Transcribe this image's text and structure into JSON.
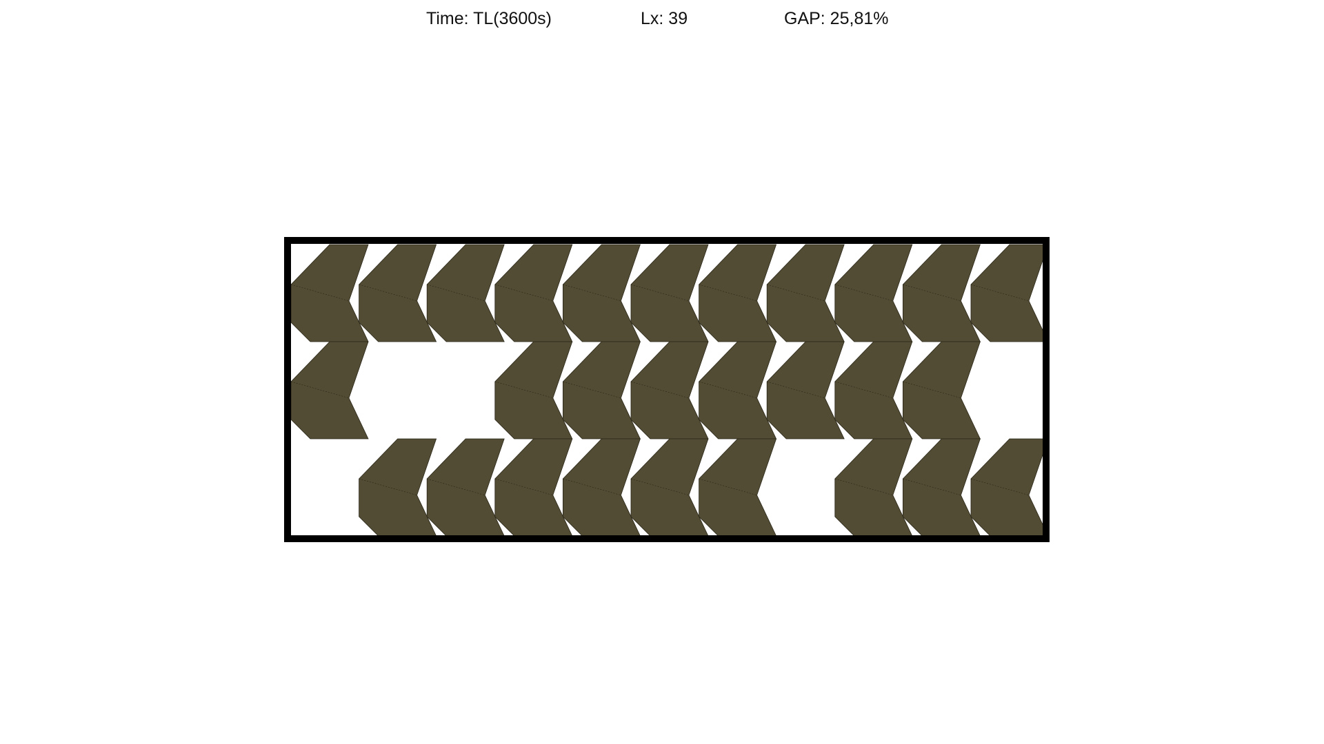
{
  "header": {
    "time": "Time: TL(3600s)",
    "lx": "Lx: 39",
    "gap": "GAP: 25,81%"
  },
  "colors": {
    "piece_fill": "#524c34",
    "piece_edge": "#2a2618",
    "container_border": "#000000",
    "background": "#ffffff"
  },
  "layout": {
    "rows": [
      {
        "pieces": [
          "arrow",
          "arrow",
          "arrow",
          "arrow",
          "arrow",
          "arrow",
          "arrow",
          "arrow",
          "arrow",
          "arrow",
          "arrow"
        ]
      },
      {
        "pieces": [
          "arrow",
          "empty",
          "empty",
          "arrow",
          "arrow",
          "arrow",
          "arrow",
          "arrow",
          "arrow",
          "arrow",
          "empty"
        ]
      },
      {
        "pieces": [
          "empty",
          "arrow",
          "arrow",
          "arrow",
          "arrow",
          "arrow",
          "arrow",
          "empty",
          "arrow",
          "arrow",
          "arrow"
        ]
      }
    ]
  }
}
